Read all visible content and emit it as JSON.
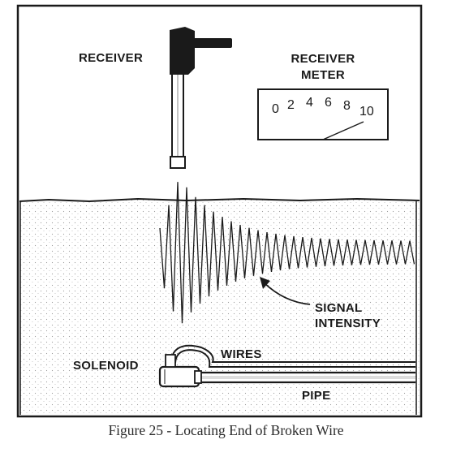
{
  "labels": {
    "receiver": "RECEIVER",
    "meter_line1": "RECEIVER",
    "meter_line2": "METER",
    "signal_line1": "SIGNAL",
    "signal_line2": "INTENSITY",
    "solenoid": "SOLENOID",
    "wires": "WIRES",
    "pipe": "PIPE"
  },
  "meter": {
    "scale": [
      "0",
      "2",
      "4",
      "6",
      "8",
      "10"
    ]
  },
  "caption": "Figure 25 - Locating End of Broken Wire"
}
